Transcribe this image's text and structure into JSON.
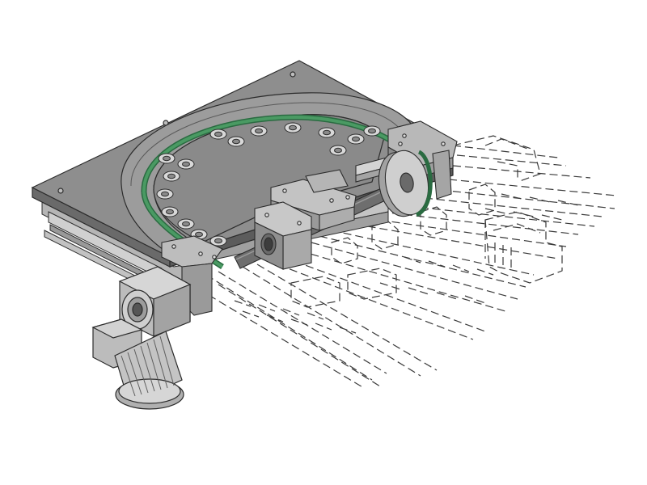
{
  "illustration": {
    "subject": "rotary-indexing-conveyor-module",
    "colors": {
      "background": "#ffffff",
      "plate": "#8e8e8e",
      "plate_light": "#a7a7a7",
      "plate_dark": "#5f5f5f",
      "track_top": "#9c9c9c",
      "belt": "#3f8a58",
      "belt_dark": "#2a6b41",
      "metal_light": "#c9c9c9",
      "metal_mid": "#a9a9a9",
      "outline": "#2c2c2c",
      "dashed": "#3a3a3a"
    },
    "parts": [
      "base-plate",
      "curved-track",
      "conveyor-belt",
      "pucks",
      "guide-rail",
      "shaft",
      "pulley",
      "bearing-blocks",
      "gearbox",
      "electric-motor",
      "phantom-extension"
    ]
  }
}
